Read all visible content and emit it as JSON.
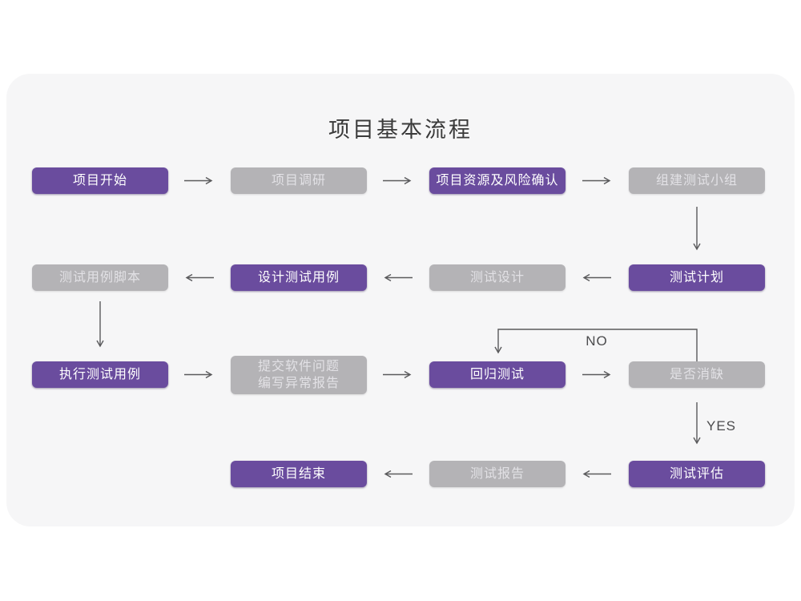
{
  "title": "项目基本流程",
  "colors": {
    "purple_node": "#6a4c9e",
    "gray_node": "#b4b3b6",
    "card_background": "#f6f6f7",
    "arrow": "#5a5a5c",
    "title_text": "#3a3a3a"
  },
  "labels": {
    "no": "NO",
    "yes": "YES"
  },
  "nodes": [
    {
      "id": "project-start",
      "label": "项目开始",
      "variant": "purple"
    },
    {
      "id": "project-research",
      "label": "项目调研",
      "variant": "gray"
    },
    {
      "id": "project-resources-risk",
      "label": "项目资源及风险确认",
      "variant": "purple"
    },
    {
      "id": "build-test-team",
      "label": "组建测试小组",
      "variant": "gray"
    },
    {
      "id": "test-case-script",
      "label": "测试用例脚本",
      "variant": "gray"
    },
    {
      "id": "design-test-case",
      "label": "设计测试用例",
      "variant": "purple"
    },
    {
      "id": "test-design",
      "label": "测试设计",
      "variant": "gray"
    },
    {
      "id": "test-plan",
      "label": "测试计划",
      "variant": "purple"
    },
    {
      "id": "execute-test-case",
      "label": "执行测试用例",
      "variant": "purple"
    },
    {
      "id": "submit-issue-report",
      "label": "提交软件问题\n编写异常报告",
      "variant": "gray"
    },
    {
      "id": "regression-test",
      "label": "回归测试",
      "variant": "purple"
    },
    {
      "id": "defect-resolved",
      "label": "是否消缺",
      "variant": "gray"
    },
    {
      "id": "project-end",
      "label": "项目结束",
      "variant": "purple"
    },
    {
      "id": "test-report",
      "label": "测试报告",
      "variant": "gray"
    },
    {
      "id": "test-evaluation",
      "label": "测试评估",
      "variant": "purple"
    }
  ]
}
